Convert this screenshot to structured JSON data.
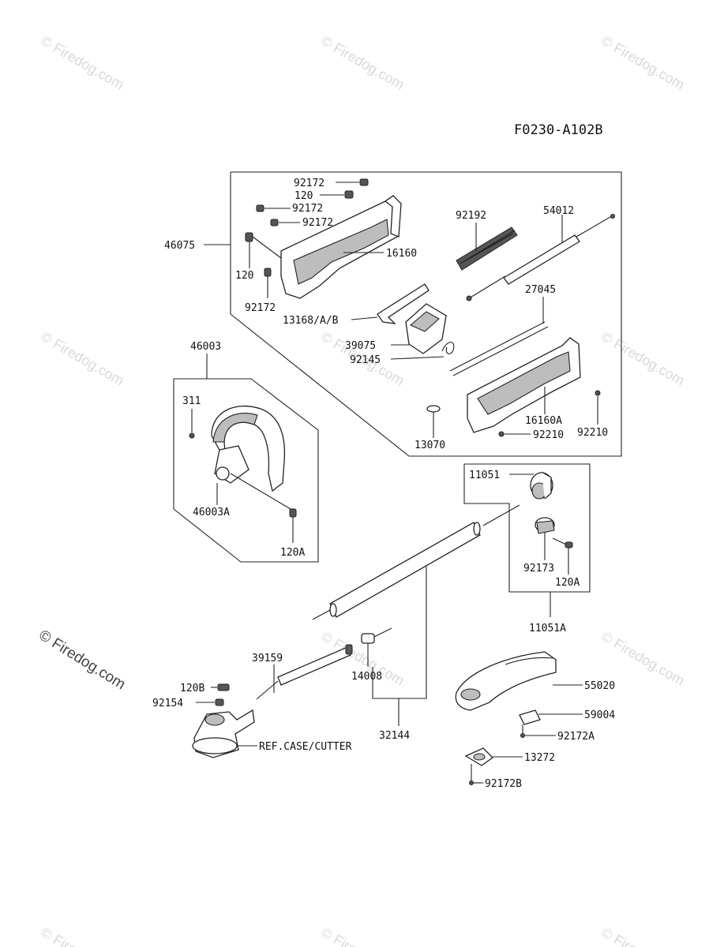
{
  "diagram_code": "F0230-A102B",
  "watermark": "© Firedog.com",
  "labels": {
    "p92172_a": "92172",
    "p120_a": "120",
    "p92172_b": "92172",
    "p92172_c": "92172",
    "p46075": "46075",
    "p16160": "16160",
    "p120_b": "120",
    "p92172_d": "92172",
    "p92192": "92192",
    "p54012": "54012",
    "p13168": "13168/A/B",
    "p27045": "27045",
    "p39075": "39075",
    "p92145": "92145",
    "p46003": "46003",
    "p311": "311",
    "p16160a": "16160A",
    "p92210_a": "92210",
    "p92210_b": "92210",
    "p13070": "13070",
    "p46003a": "46003A",
    "p120a_a": "120A",
    "p11051": "11051",
    "p92173": "92173",
    "p120a_b": "120A",
    "p11051a": "11051A",
    "p39159": "39159",
    "p14008": "14008",
    "p120b": "120B",
    "p92154": "92154",
    "p55020": "55020",
    "p59004": "59004",
    "p92172a": "92172A",
    "p32144": "32144",
    "ref_case": "REF.CASE/CUTTER",
    "p13272": "13272",
    "p92172b": "92172B"
  }
}
